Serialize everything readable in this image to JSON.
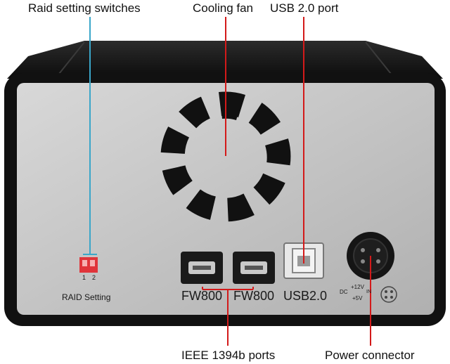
{
  "callouts": {
    "raid_switches": "Raid setting switches",
    "cooling_fan": "Cooling fan",
    "usb_port": "USB 2.0 port",
    "ieee_ports": "IEEE 1394b ports",
    "power_connector": "Power connector"
  },
  "panel": {
    "raid_setting": "RAID Setting",
    "switch_1": "1",
    "switch_2": "2",
    "fw800_left": "FW800",
    "fw800_right": "FW800",
    "usb20": "USB2.0",
    "dc_label": "DC",
    "plus12v": "+12V",
    "plus5v": "+5V",
    "in_label": "IN"
  },
  "colors": {
    "callout_line": "#d31a1a",
    "raid_line": "#3aa6c9",
    "panel_face": "#bdbdbd",
    "enclosure": "#141414",
    "switch_red": "#e0343a"
  }
}
